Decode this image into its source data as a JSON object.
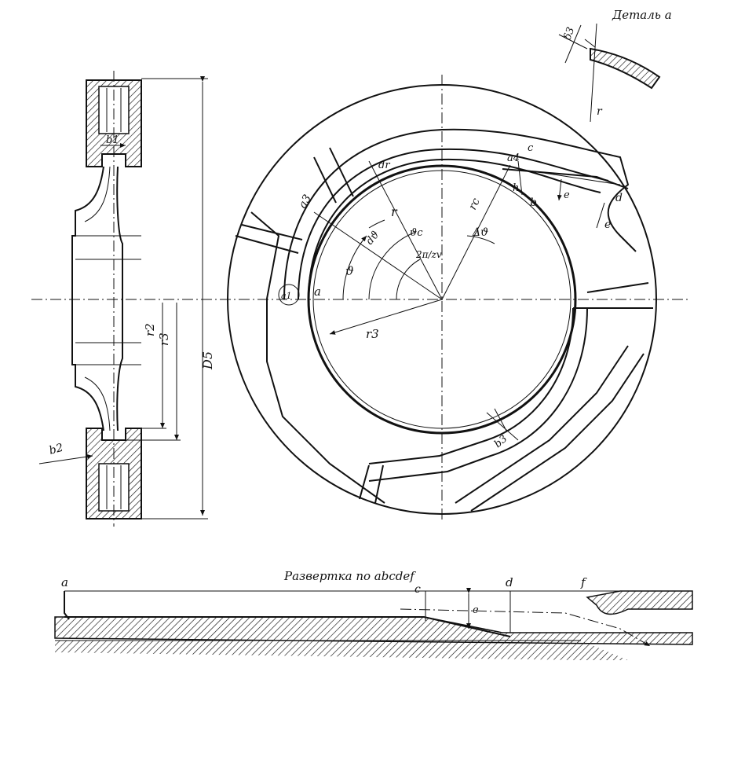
{
  "detail_title": "Деталь a",
  "unfold_title": "Развертка по abcdef",
  "labels": {
    "detail_delta": "δ3",
    "detail_r": "r",
    "b1": "b1",
    "b2": "b2",
    "r2": "r2",
    "r3": "r3",
    "D5": "D5",
    "dr": "dr",
    "a3": "a3",
    "a4": "a4",
    "r_main": "r",
    "theta": "ϑ",
    "dtheta": "dϑ",
    "theta_c": "ϑc",
    "two_pi_frac": "2π/zv",
    "delta_theta": "Δϑ",
    "rc": "rc",
    "r3_main": "r3",
    "b3": "b3",
    "a1": "a1",
    "pt_a": "a",
    "pt_b": "b",
    "pt_c": "c",
    "pt_d": "d",
    "pt_e": "e",
    "pt_h": "h",
    "e_dim": "e",
    "unfold_a": "a",
    "unfold_c": "c",
    "unfold_d": "d",
    "unfold_f": "f",
    "unfold_e": "e"
  }
}
